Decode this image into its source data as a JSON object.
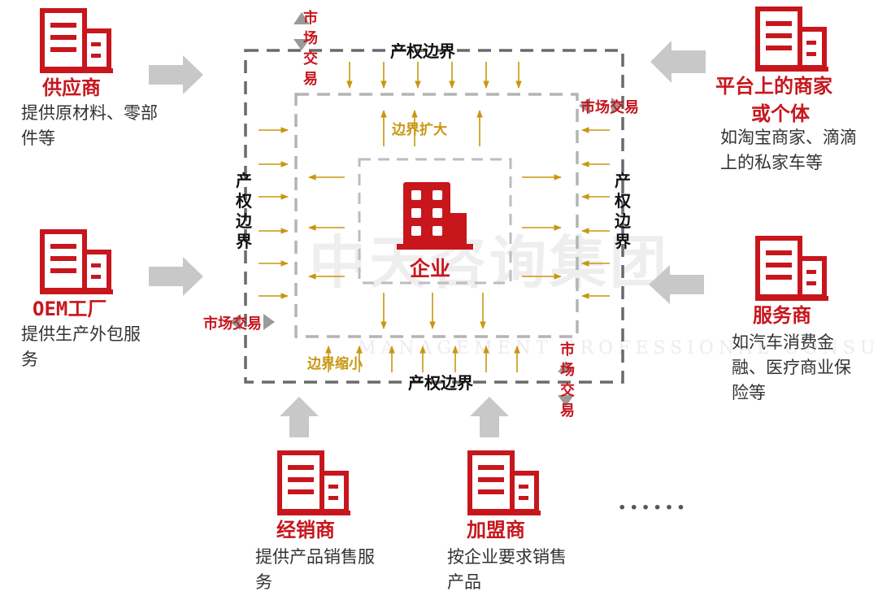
{
  "center": {
    "label": "企业"
  },
  "boundaries": {
    "outer_top": "产权边界",
    "outer_bottom": "产权边界",
    "outer_left": "产权边界",
    "outer_right": "产权边界",
    "expand": "边界扩大",
    "shrink": "边界缩小"
  },
  "market": {
    "top_left": "市场交易",
    "top_right": "市场交易",
    "left": "市场交易",
    "bottom_right": "市场交易"
  },
  "entities": {
    "supplier": {
      "title": "供应商",
      "desc": "提供原材料、零部件等"
    },
    "oem": {
      "title": "OEM工厂",
      "desc": "提供生产外包服务"
    },
    "platform": {
      "title_line1": "平台上的商家",
      "title_line2": "或个体",
      "desc": "如淘宝商家、滴滴上的私家车等"
    },
    "service": {
      "title": "服务商",
      "desc": "如汽车消费金融、医疗商业保险等"
    },
    "distributor": {
      "title": "经销商",
      "desc": "提供产品销售服务"
    },
    "franchisee": {
      "title": "加盟商",
      "desc": "按企业要求销售产品"
    },
    "ellipsis": "······"
  },
  "watermark": {
    "main": "中天咨询集团",
    "sub": "MANAGEMENT PROFESSIONAL CONSULTING"
  },
  "colors": {
    "accent": "#c8161d",
    "gold": "#c9960f",
    "border": "#666666",
    "arrow": "#c8c8c8"
  },
  "icons": [
    "building-icon",
    "enterprise-building-icon"
  ]
}
